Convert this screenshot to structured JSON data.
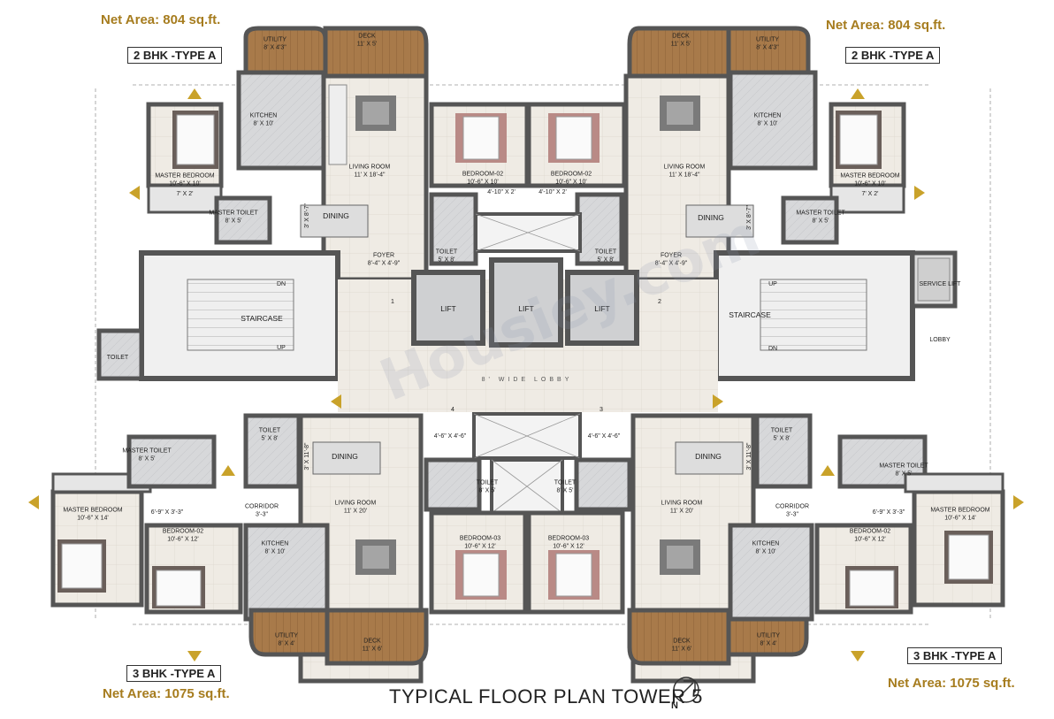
{
  "header": {
    "net_area_tl": "Net Area: 804  sq.ft.",
    "net_area_tr": "Net Area: 804  sq.ft.",
    "unit_tl": "2 BHK -TYPE A",
    "unit_tr": "2 BHK -TYPE A"
  },
  "footer": {
    "unit_bl": "3 BHK -TYPE A",
    "unit_br": "3 BHK -TYPE A",
    "net_area_bl": "Net Area: 1075  sq.ft.",
    "net_area_br": "Net Area: 1075  sq.ft.",
    "title": "TYPICAL FLOOR PLAN TOWER 5",
    "north": "N"
  },
  "watermark": "Housiey.com",
  "rooms": {
    "r1": {
      "name": "UTILITY",
      "dim": "8' X 4'3\""
    },
    "r2": {
      "name": "DECK",
      "dim": "11' X 5'"
    },
    "r3": {
      "name": "KITCHEN",
      "dim": "8' X 10'"
    },
    "r4": {
      "name": "LIVING ROOM",
      "dim": "11' X 18'-4\""
    },
    "r5": {
      "name": "MASTER BEDROOM",
      "dim": "10'-6\" X 10'"
    },
    "r6": {
      "name": "",
      "dim": "7' X 2'"
    },
    "r7": {
      "name": "MASTER TOILET",
      "dim": "8' X 5'"
    },
    "r8": {
      "name": "DINING",
      "dim": ""
    },
    "r9": {
      "name": "BEDROOM-02",
      "dim": "10'-6\" X 10'"
    },
    "r10": {
      "name": "",
      "dim": "4'-10\" X 2'"
    },
    "r11": {
      "name": "TOILET",
      "dim": "5' X 8'"
    },
    "r12": {
      "name": "FOYER",
      "dim": "8'-4\" X 4'-9\""
    },
    "r13": {
      "name": "",
      "dim": "3' X 8'-7\""
    },
    "r14": {
      "name": "STAIRCASE",
      "dim": ""
    },
    "r15": {
      "name": "DN",
      "dim": ""
    },
    "r16": {
      "name": "UP",
      "dim": ""
    },
    "r17": {
      "name": "TOILET",
      "dim": ""
    },
    "r18": {
      "name": "LIFT",
      "dim": ""
    },
    "r19": {
      "name": "LIFT",
      "dim": ""
    },
    "r20": {
      "name": "LIFT",
      "dim": ""
    },
    "r21": {
      "name": "1",
      "dim": ""
    },
    "r22": {
      "name": "2",
      "dim": ""
    },
    "r23": {
      "name": "4",
      "dim": ""
    },
    "r24": {
      "name": "3",
      "dim": ""
    },
    "r25": {
      "name": "BEDROOM-02",
      "dim": "10'-6\" X 10'"
    },
    "r26": {
      "name": "",
      "dim": "4'-10\" X 2'"
    },
    "r27": {
      "name": "TOILET",
      "dim": "5' X 8'"
    },
    "r28": {
      "name": "FOYER",
      "dim": "8'-4\" X 4'-9\""
    },
    "r29": {
      "name": "LIVING ROOM",
      "dim": "11' X 18'-4\""
    },
    "r30": {
      "name": "KITCHEN",
      "dim": "8' X 10'"
    },
    "r31": {
      "name": "UTILITY",
      "dim": "8' X 4'3\""
    },
    "r32": {
      "name": "DECK",
      "dim": "11' X 5'"
    },
    "r33": {
      "name": "MASTER BEDROOM",
      "dim": "10'-6\" X 10'"
    },
    "r34": {
      "name": "",
      "dim": "7' X 2'"
    },
    "r35": {
      "name": "MASTER TOILET",
      "dim": "8' X 5'"
    },
    "r36": {
      "name": "DINING",
      "dim": ""
    },
    "r37": {
      "name": "",
      "dim": "3' X 8'-7\""
    },
    "r38": {
      "name": "STAIRCASE",
      "dim": ""
    },
    "r39": {
      "name": "UP",
      "dim": ""
    },
    "r40": {
      "name": "DN",
      "dim": ""
    },
    "r41": {
      "name": "SERVICE LIFT",
      "dim": ""
    },
    "r42": {
      "name": "LOBBY",
      "dim": ""
    },
    "r43": {
      "name": "8' WIDE LOBBY",
      "dim": ""
    },
    "r44": {
      "name": "TOILET",
      "dim": "5' X 8'"
    },
    "r45": {
      "name": "DINING",
      "dim": ""
    },
    "r46": {
      "name": "",
      "dim": "3' X 11'-8\""
    },
    "r47": {
      "name": "MASTER TOILET",
      "dim": "8' X 5'"
    },
    "r48": {
      "name": "",
      "dim": "4'-6\" X 4'-6\""
    },
    "r49": {
      "name": "MASTER BEDROOM",
      "dim": "10'-6\" X 14'"
    },
    "r50": {
      "name": "",
      "dim": "6'-9\" X 3'-3\""
    },
    "r51": {
      "name": "CORRIDOR",
      "dim": "3'-3\""
    },
    "r52": {
      "name": "LIVING ROOM",
      "dim": "11' X 20'"
    },
    "r53": {
      "name": "TOILET",
      "dim": "8' X 5'"
    },
    "r54": {
      "name": "BEDROOM-02",
      "dim": "10'-6\" X 12'"
    },
    "r55": {
      "name": "KITCHEN",
      "dim": "8' X 10'"
    },
    "r56": {
      "name": "BEDROOM-03",
      "dim": "10'-6\" X 12'"
    },
    "r57": {
      "name": "UTILITY",
      "dim": "8' X 4'"
    },
    "r58": {
      "name": "DECK",
      "dim": "11' X 6'"
    },
    "r59": {
      "name": "",
      "dim": "4'-6\" X 4'-6\""
    },
    "r60": {
      "name": "TOILET",
      "dim": "8' X 5'"
    },
    "r61": {
      "name": "BEDROOM-03",
      "dim": "10'-6\" X 12'"
    },
    "r62": {
      "name": "DINING",
      "dim": ""
    },
    "r63": {
      "name": "",
      "dim": "3' X 11'-8\""
    },
    "r64": {
      "name": "TOILET",
      "dim": "5' X 8'"
    },
    "r65": {
      "name": "LIVING ROOM",
      "dim": "11' X 20'"
    },
    "r66": {
      "name": "CORRIDOR",
      "dim": "3'-3\""
    },
    "r67": {
      "name": "MASTER TOILET",
      "dim": "8' X 5'"
    },
    "r68": {
      "name": "",
      "dim": "6'-9\" X 3'-3\""
    },
    "r69": {
      "name": "MASTER BEDROOM",
      "dim": "10'-6\" X 14'"
    },
    "r70": {
      "name": "KITCHEN",
      "dim": "8' X 10'"
    },
    "r71": {
      "name": "BEDROOM-02",
      "dim": "10'-6\" X 12'"
    },
    "r72": {
      "name": "DECK",
      "dim": "11' X 6'"
    },
    "r73": {
      "name": "UTILITY",
      "dim": "8' X 4'"
    }
  }
}
